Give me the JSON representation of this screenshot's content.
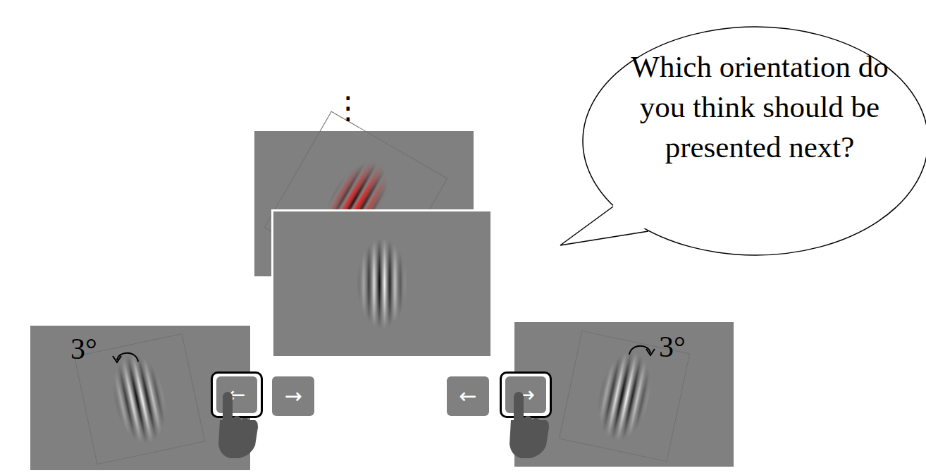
{
  "diagram": {
    "nodes": [
      {
        "text": [
          "Which orientation do you think should be presented next?"
        ]
      },
      {
        "text": [
          "3°"
        ]
      },
      {
        "text": [
          "←"
        ]
      },
      {
        "text": [
          "→"
        ]
      },
      {
        "text": [
          "←"
        ]
      },
      {
        "text": [
          "→"
        ]
      },
      {
        "text": [
          "3°"
        ]
      }
    ],
    "labels": [
      "⋮"
    ]
  }
}
